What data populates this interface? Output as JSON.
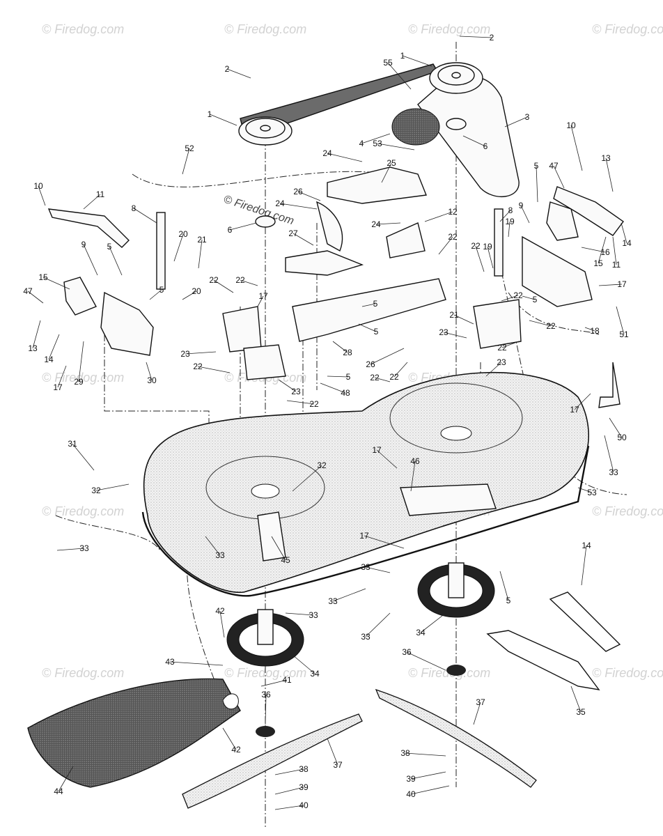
{
  "watermark": {
    "text": "Firedog.com",
    "copyright_text": "© Firedog.com"
  },
  "callouts": [
    {
      "id": "c1",
      "text": "2"
    },
    {
      "id": "c2",
      "text": "1"
    },
    {
      "id": "c3",
      "text": "55"
    },
    {
      "id": "c4",
      "text": "2"
    },
    {
      "id": "c5",
      "text": "1"
    },
    {
      "id": "c6",
      "text": "3"
    },
    {
      "id": "c7",
      "text": "4"
    },
    {
      "id": "c8",
      "text": "6"
    },
    {
      "id": "c9",
      "text": "53"
    },
    {
      "id": "c10",
      "text": "24"
    },
    {
      "id": "c11",
      "text": "25"
    },
    {
      "id": "c12",
      "text": "52"
    },
    {
      "id": "c13",
      "text": "10"
    },
    {
      "id": "c14",
      "text": "13"
    },
    {
      "id": "c15",
      "text": "26"
    },
    {
      "id": "c16",
      "text": "24"
    },
    {
      "id": "c17",
      "text": "5"
    },
    {
      "id": "c18",
      "text": "47"
    },
    {
      "id": "c19",
      "text": "10"
    },
    {
      "id": "c20",
      "text": "11"
    },
    {
      "id": "c21",
      "text": "8"
    },
    {
      "id": "c22",
      "text": "6"
    },
    {
      "id": "c23",
      "text": "24"
    },
    {
      "id": "c24",
      "text": "12"
    },
    {
      "id": "c25",
      "text": "8"
    },
    {
      "id": "c26",
      "text": "9"
    },
    {
      "id": "c27",
      "text": "14"
    },
    {
      "id": "c28",
      "text": "20"
    },
    {
      "id": "c29",
      "text": "21"
    },
    {
      "id": "c30",
      "text": "27"
    },
    {
      "id": "c31",
      "text": "22"
    },
    {
      "id": "c32",
      "text": "19"
    },
    {
      "id": "c33",
      "text": "9"
    },
    {
      "id": "c34",
      "text": "5"
    },
    {
      "id": "c35",
      "text": "19"
    },
    {
      "id": "c36",
      "text": "15"
    },
    {
      "id": "c37",
      "text": "16"
    },
    {
      "id": "c38",
      "text": "11"
    },
    {
      "id": "c39",
      "text": "15"
    },
    {
      "id": "c40",
      "text": "22"
    },
    {
      "id": "c41",
      "text": "20"
    },
    {
      "id": "c42",
      "text": "17"
    },
    {
      "id": "c43",
      "text": "47"
    },
    {
      "id": "c44",
      "text": "5"
    },
    {
      "id": "c45",
      "text": "22"
    },
    {
      "id": "c46",
      "text": "17"
    },
    {
      "id": "c47",
      "text": "22"
    },
    {
      "id": "c48",
      "text": "5"
    },
    {
      "id": "c49",
      "text": "21"
    },
    {
      "id": "c50",
      "text": "22"
    },
    {
      "id": "c51",
      "text": "5"
    },
    {
      "id": "c52",
      "text": "22"
    },
    {
      "id": "c53",
      "text": "18"
    },
    {
      "id": "c54",
      "text": "51"
    },
    {
      "id": "c55",
      "text": "13"
    },
    {
      "id": "c56",
      "text": "14"
    },
    {
      "id": "c57",
      "text": "23"
    },
    {
      "id": "c58",
      "text": "28"
    },
    {
      "id": "c59",
      "text": "5"
    },
    {
      "id": "c60",
      "text": "23"
    },
    {
      "id": "c61",
      "text": "26"
    },
    {
      "id": "c62",
      "text": "22"
    },
    {
      "id": "c63",
      "text": "17"
    },
    {
      "id": "c64",
      "text": "29"
    },
    {
      "id": "c65",
      "text": "30"
    },
    {
      "id": "c66",
      "text": "22"
    },
    {
      "id": "c67",
      "text": "23"
    },
    {
      "id": "c68",
      "text": "5"
    },
    {
      "id": "c69",
      "text": "22"
    },
    {
      "id": "c70",
      "text": "22"
    },
    {
      "id": "c71",
      "text": "48"
    },
    {
      "id": "c72",
      "text": "23"
    },
    {
      "id": "c73",
      "text": "17"
    },
    {
      "id": "c74",
      "text": "50"
    },
    {
      "id": "c75",
      "text": "33"
    },
    {
      "id": "c76",
      "text": "22"
    },
    {
      "id": "c77",
      "text": "31"
    },
    {
      "id": "c78",
      "text": "32"
    },
    {
      "id": "c79",
      "text": "32"
    },
    {
      "id": "c80",
      "text": "17"
    },
    {
      "id": "c81",
      "text": "46"
    },
    {
      "id": "c82",
      "text": "53"
    },
    {
      "id": "c83",
      "text": "33"
    },
    {
      "id": "c84",
      "text": "33"
    },
    {
      "id": "c85",
      "text": "45"
    },
    {
      "id": "c86",
      "text": "17"
    },
    {
      "id": "c87",
      "text": "14"
    },
    {
      "id": "c88",
      "text": "33"
    },
    {
      "id": "c89",
      "text": "33"
    },
    {
      "id": "c90",
      "text": "5"
    },
    {
      "id": "c91",
      "text": "42"
    },
    {
      "id": "c92",
      "text": "33"
    },
    {
      "id": "c93",
      "text": "33"
    },
    {
      "id": "c94",
      "text": "34"
    },
    {
      "id": "c95",
      "text": "43"
    },
    {
      "id": "c96",
      "text": "36"
    },
    {
      "id": "c97",
      "text": "34"
    },
    {
      "id": "c98",
      "text": "41"
    },
    {
      "id": "c99",
      "text": "36"
    },
    {
      "id": "c100",
      "text": "37"
    },
    {
      "id": "c101",
      "text": "35"
    },
    {
      "id": "c102",
      "text": "42"
    },
    {
      "id": "c103",
      "text": "44"
    },
    {
      "id": "c104",
      "text": "37"
    },
    {
      "id": "c105",
      "text": "38"
    },
    {
      "id": "c106",
      "text": "38"
    },
    {
      "id": "c107",
      "text": "39"
    },
    {
      "id": "c108",
      "text": "39"
    },
    {
      "id": "c109",
      "text": "40"
    },
    {
      "id": "c110",
      "text": "40"
    }
  ]
}
